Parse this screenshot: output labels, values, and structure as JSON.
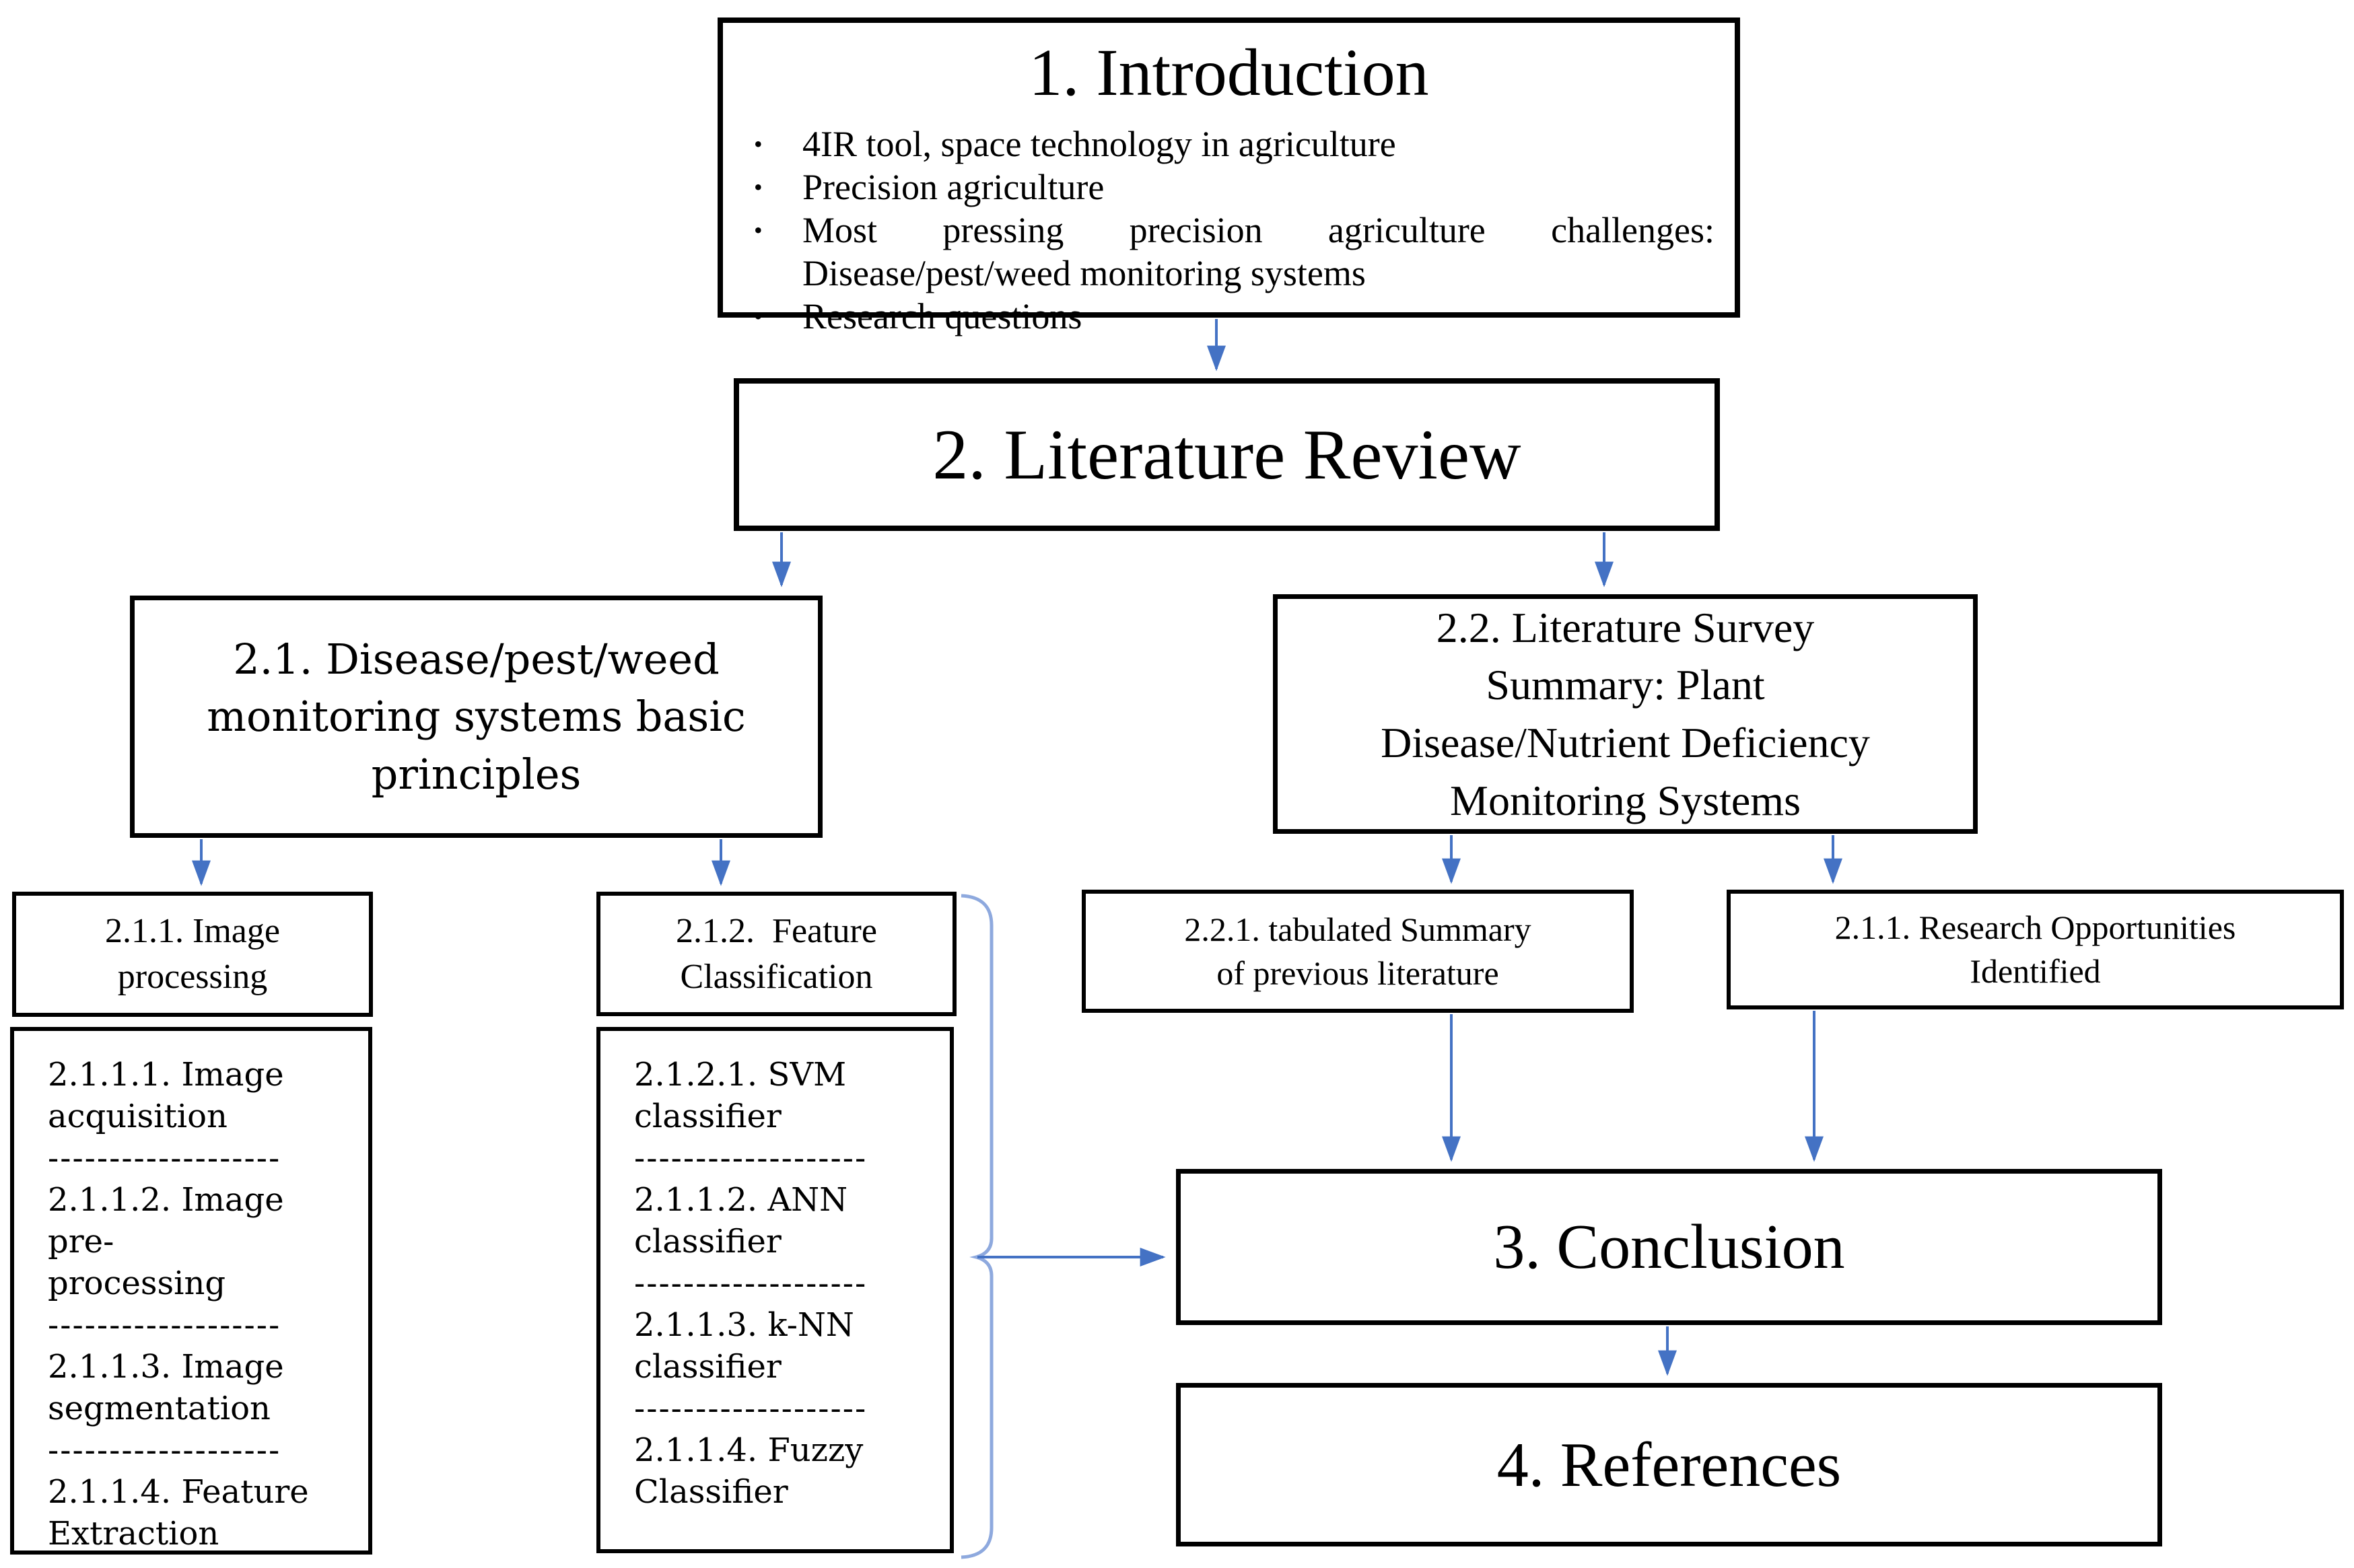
{
  "colors": {
    "arrow": "#4472C4",
    "bracket": "#8EA9DE",
    "box_border": "#000000",
    "background": "#FFFFFF",
    "text": "#000000"
  },
  "glyphs": {
    "bullet": "•"
  },
  "boxes": {
    "introduction": {
      "title": "1. Introduction",
      "bullets": [
        [
          "4IR tool, space technology in agriculture"
        ],
        [
          "Precision agriculture"
        ],
        [
          "Most pressing precision agriculture challenges:",
          "Disease/pest/weed monitoring systems"
        ],
        [
          "Research questions"
        ]
      ]
    },
    "literature_review": {
      "title": "2. Literature Review"
    },
    "monitoring_principles": {
      "lines": [
        "2.1. Disease/pest/weed",
        "monitoring systems basic",
        "principles"
      ]
    },
    "survey_summary": {
      "lines": [
        "2.2. Literature Survey",
        "Summary: Plant",
        "Disease/Nutrient Deficiency",
        "Monitoring Systems"
      ]
    },
    "image_processing": {
      "lines": [
        "2.1.1. Image",
        "processing"
      ]
    },
    "feature_classification": {
      "lines": [
        "2.1.2.  Feature",
        "Classification"
      ]
    },
    "tabulated_summary": {
      "lines": [
        "2.2.1. tabulated Summary",
        "of previous literature"
      ]
    },
    "research_opportunities": {
      "lines": [
        "2.1.1. Research Opportunities",
        "Identified"
      ]
    },
    "conclusion": {
      "title": "3. Conclusion"
    },
    "references": {
      "title": "4. References"
    }
  },
  "lists": {
    "separator": "-------------------",
    "image_processing_steps": [
      [
        "2.1.1.1. Image",
        "acquisition"
      ],
      [
        "2.1.1.2. Image pre-",
        "processing"
      ],
      [
        "2.1.1.3. Image",
        "segmentation"
      ],
      [
        "2.1.1.4. Feature",
        "Extraction"
      ]
    ],
    "classifiers": [
      [
        "2.1.2.1. SVM",
        "classifier"
      ],
      [
        "2.1.1.2. ANN",
        "classifier"
      ],
      [
        "2.1.1.3. k-NN",
        "classifier"
      ],
      [
        "2.1.1.4. Fuzzy",
        "Classifier"
      ]
    ]
  }
}
